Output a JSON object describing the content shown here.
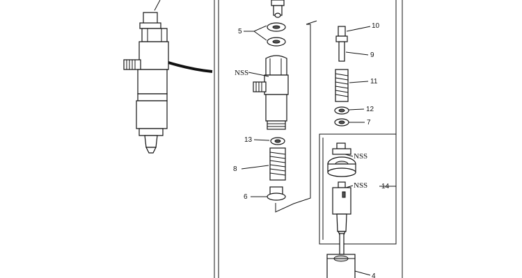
{
  "diagram": {
    "callouts": [
      {
        "id": "5",
        "text": "5"
      },
      {
        "id": "10",
        "text": "10"
      },
      {
        "id": "9",
        "text": "9"
      },
      {
        "id": "11",
        "text": "11"
      },
      {
        "id": "12",
        "text": "12"
      },
      {
        "id": "7",
        "text": "7"
      },
      {
        "id": "13",
        "text": "13"
      },
      {
        "id": "8",
        "text": "8"
      },
      {
        "id": "6",
        "text": "6"
      },
      {
        "id": "14",
        "text": "14"
      },
      {
        "id": "4",
        "text": "4"
      }
    ],
    "notes": [
      {
        "id": "nss-body",
        "text": "NSS"
      },
      {
        "id": "nss-spacer",
        "text": "NSS"
      },
      {
        "id": "nss-nozzle",
        "text": "NSS"
      }
    ]
  }
}
